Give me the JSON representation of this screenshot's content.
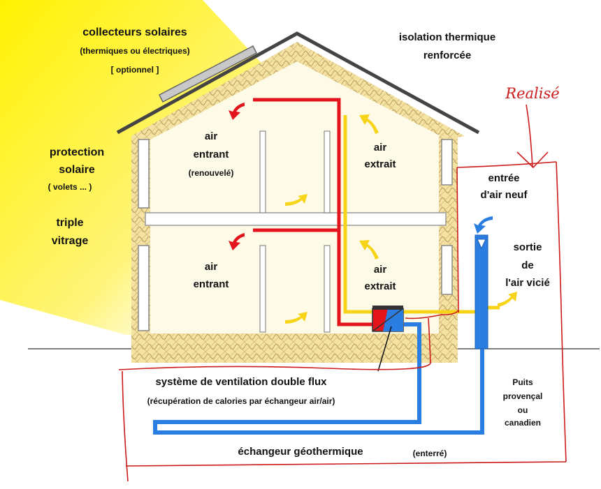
{
  "labels": {
    "solar_title": "collecteurs solaires",
    "solar_sub": "(thermiques ou électriques)",
    "solar_opt": "[ optionnel ]",
    "insulation_1": "isolation thermique",
    "insulation_2": "renforcée",
    "protection_1": "protection",
    "protection_2": "solaire",
    "protection_3": "( volets ... )",
    "glazing_1": "triple",
    "glazing_2": "vitrage",
    "air_in_up_1": "air",
    "air_in_up_2": "entrant",
    "air_in_up_3": "(renouvelé)",
    "air_out_up_1": "air",
    "air_out_up_2": "extrait",
    "air_in_down_1": "air",
    "air_in_down_2": "entrant",
    "air_out_down_1": "air",
    "air_out_down_2": "extrait",
    "fresh_air_1": "entrée",
    "fresh_air_2": "d'air neuf",
    "stale_air_1": "sortie",
    "stale_air_2": "de",
    "stale_air_3": "l'air vicié",
    "ventilation_title": "système de ventilation double flux",
    "ventilation_sub": "(récupération de calories par échangeur air/air)",
    "well_1": "Puits",
    "well_2": "provençal",
    "well_3": "ou",
    "well_4": "canadien",
    "geo_title": "échangeur géothermique",
    "geo_sub": "(enterré)",
    "handwritten_note": "Realisé"
  },
  "colors": {
    "sun_glow": "#fff200",
    "insulation": "#f3e2a0",
    "wall_fill": "#fdfbe8",
    "air_in_duct": "#e3141b",
    "air_out_duct": "#f7d417",
    "geo_duct": "#2a7de1",
    "annotation": "#cc1a1a"
  }
}
